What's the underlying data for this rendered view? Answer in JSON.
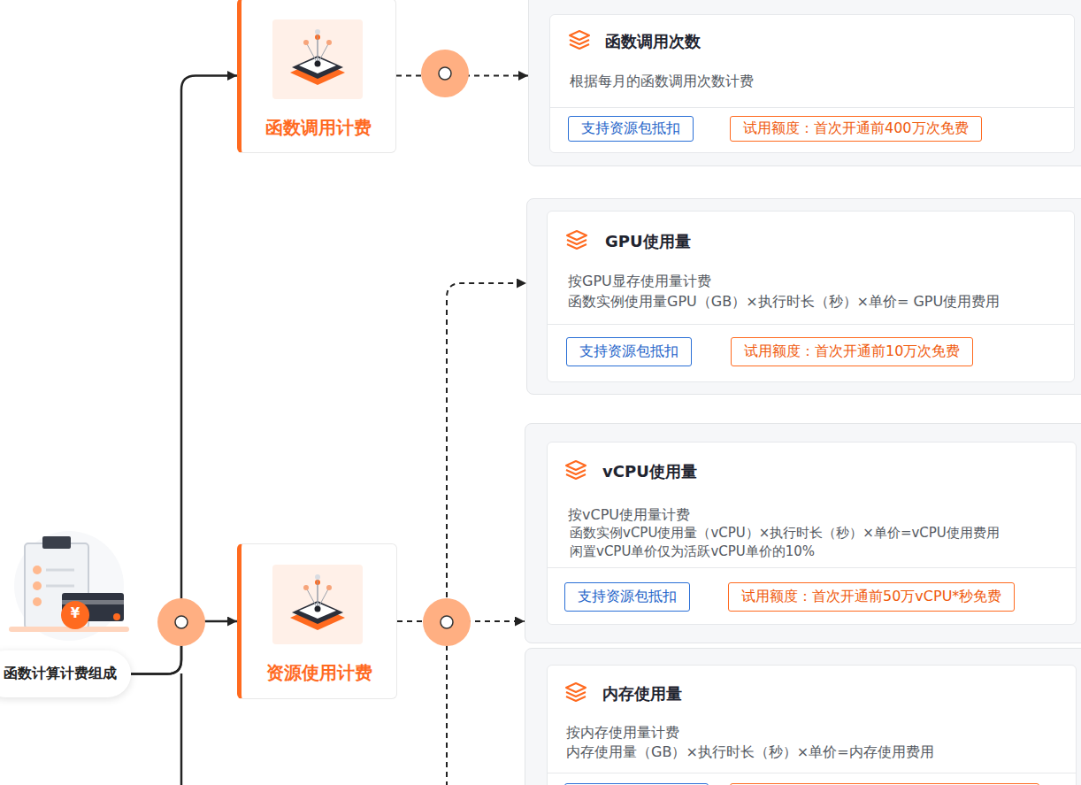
{
  "diagram": {
    "nodes": [
      {
        "text": [
          "函数计算计费组成"
        ]
      },
      {
        "text": [
          "函数调用计费"
        ]
      },
      {
        "text": [
          "资源使用计费"
        ]
      },
      {
        "text": [
          "函数调用次数",
          "根据每月的函数调用次数计费"
        ]
      },
      {
        "text": [
          "支持资源包抵扣"
        ],
        "in": 3
      },
      {
        "text": [
          "试用额度：首次开通前400万次免费"
        ],
        "in": 3
      },
      {
        "text": [
          "GPU使用量",
          "按GPU显存使用量计费",
          "函数实例使用量GPU（GB）×执行时长（秒）×单价= GPU使用费用"
        ]
      },
      {
        "text": [
          "支持资源包抵扣"
        ],
        "in": 6
      },
      {
        "text": [
          "试用额度：首次开通前10万次免费"
        ],
        "in": 6
      },
      {
        "text": [
          "vCPU使用量",
          "按vCPU使用量计费",
          "函数实例vCPU使用量（vCPU）×执行时长（秒）×单价=vCPU使用费用",
          "闲置vCPU单价仅为活跃vCPU单价的10%"
        ]
      },
      {
        "text": [
          "支持资源包抵扣"
        ],
        "in": 9
      },
      {
        "text": [
          "试用额度：首次开通前50万vCPU*秒免费"
        ],
        "in": 9
      },
      {
        "text": [
          "内存使用量",
          "按内存使用量计费",
          "内存使用量（GB）×执行时长（秒）×单价=内存使用费用"
        ]
      }
    ],
    "edges": [
      {
        "from": 0,
        "to": 1,
        "arrow": "to"
      },
      {
        "from": 0,
        "to": 2,
        "arrow": "to"
      },
      {
        "from": 1,
        "to": 3,
        "arrow": "to"
      },
      {
        "from": 2,
        "to": 6,
        "arrow": "to"
      },
      {
        "from": 2,
        "to": 9,
        "arrow": "to"
      },
      {
        "from": 2,
        "to": 12,
        "arrow": "to"
      }
    ],
    "labels": [
      "¥"
    ]
  }
}
